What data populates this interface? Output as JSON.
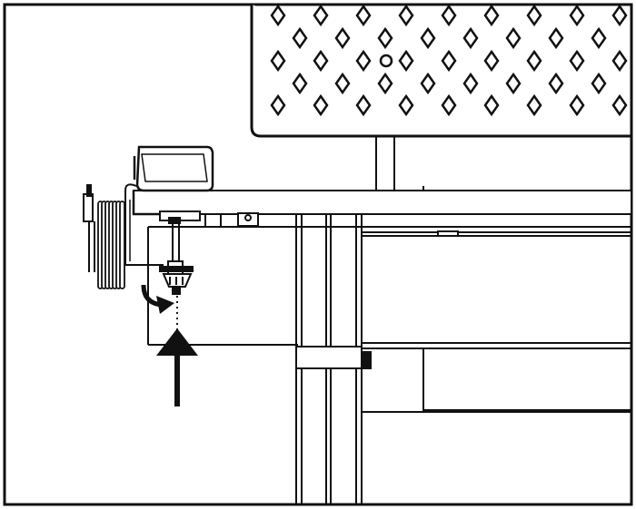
{
  "diagram": {
    "type": "assembly-instruction",
    "colors": {
      "line": "#111111",
      "fill": "#ffffff",
      "arrow": "#111111"
    },
    "parts": [
      {
        "id": "perforated-panel",
        "pattern": "diamond-holes"
      },
      {
        "id": "hose-reel"
      },
      {
        "id": "mounting-bracket"
      },
      {
        "id": "leveling-foot",
        "action": "screw-up"
      },
      {
        "id": "frame-rail"
      },
      {
        "id": "vertical-post"
      }
    ],
    "arrows": [
      {
        "id": "rotate-arrow",
        "meaning": "rotate"
      },
      {
        "id": "push-up-arrow",
        "meaning": "up"
      }
    ]
  }
}
